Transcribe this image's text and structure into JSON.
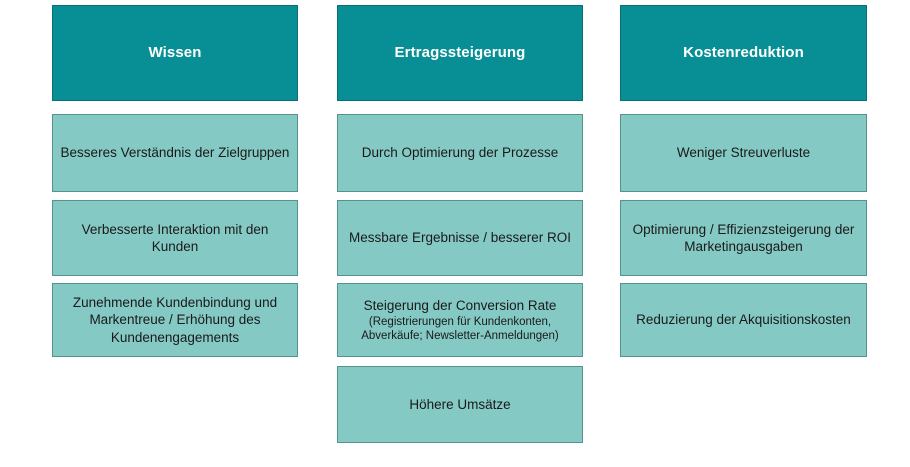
{
  "diagram": {
    "type": "three-column-benefit-matrix",
    "language": "de",
    "background_color": "#ffffff",
    "colors": {
      "header_fill": "#088F96",
      "header_border": "#0b6f74",
      "header_text": "#ffffff",
      "item_fill": "#84C9C4",
      "item_border": "#55938f",
      "item_text": "#1a1a1a"
    },
    "columns": [
      {
        "id": "wissen",
        "header": "Wissen",
        "items": [
          {
            "text": "Besseres Verständnis der Zielgruppen",
            "sub": ""
          },
          {
            "text": "Verbesserte Interaktion mit den Kunden",
            "sub": ""
          },
          {
            "text": "Zunehmende Kundenbindung und Markentreue / Erhöhung des Kundenengagements",
            "sub": ""
          }
        ]
      },
      {
        "id": "ertragssteigerung",
        "header": "Ertragssteigerung",
        "items": [
          {
            "text": "Durch Optimierung der Prozesse",
            "sub": ""
          },
          {
            "text": "Messbare Ergebnisse / besserer ROI",
            "sub": ""
          },
          {
            "text": "Steigerung der Conversion Rate",
            "sub": "(Registrierungen für Kundenkonten, Abverkäufe; Newsletter-Anmeldungen)"
          },
          {
            "text": "Höhere Umsätze",
            "sub": ""
          }
        ]
      },
      {
        "id": "kostenreduktion",
        "header": "Kostenreduktion",
        "items": [
          {
            "text": "Weniger Streuverluste",
            "sub": ""
          },
          {
            "text": "Optimierung / Effizienzsteigerung der Marketingausgaben",
            "sub": ""
          },
          {
            "text": "Reduzierung der Akquisitionskosten",
            "sub": ""
          }
        ]
      }
    ]
  }
}
